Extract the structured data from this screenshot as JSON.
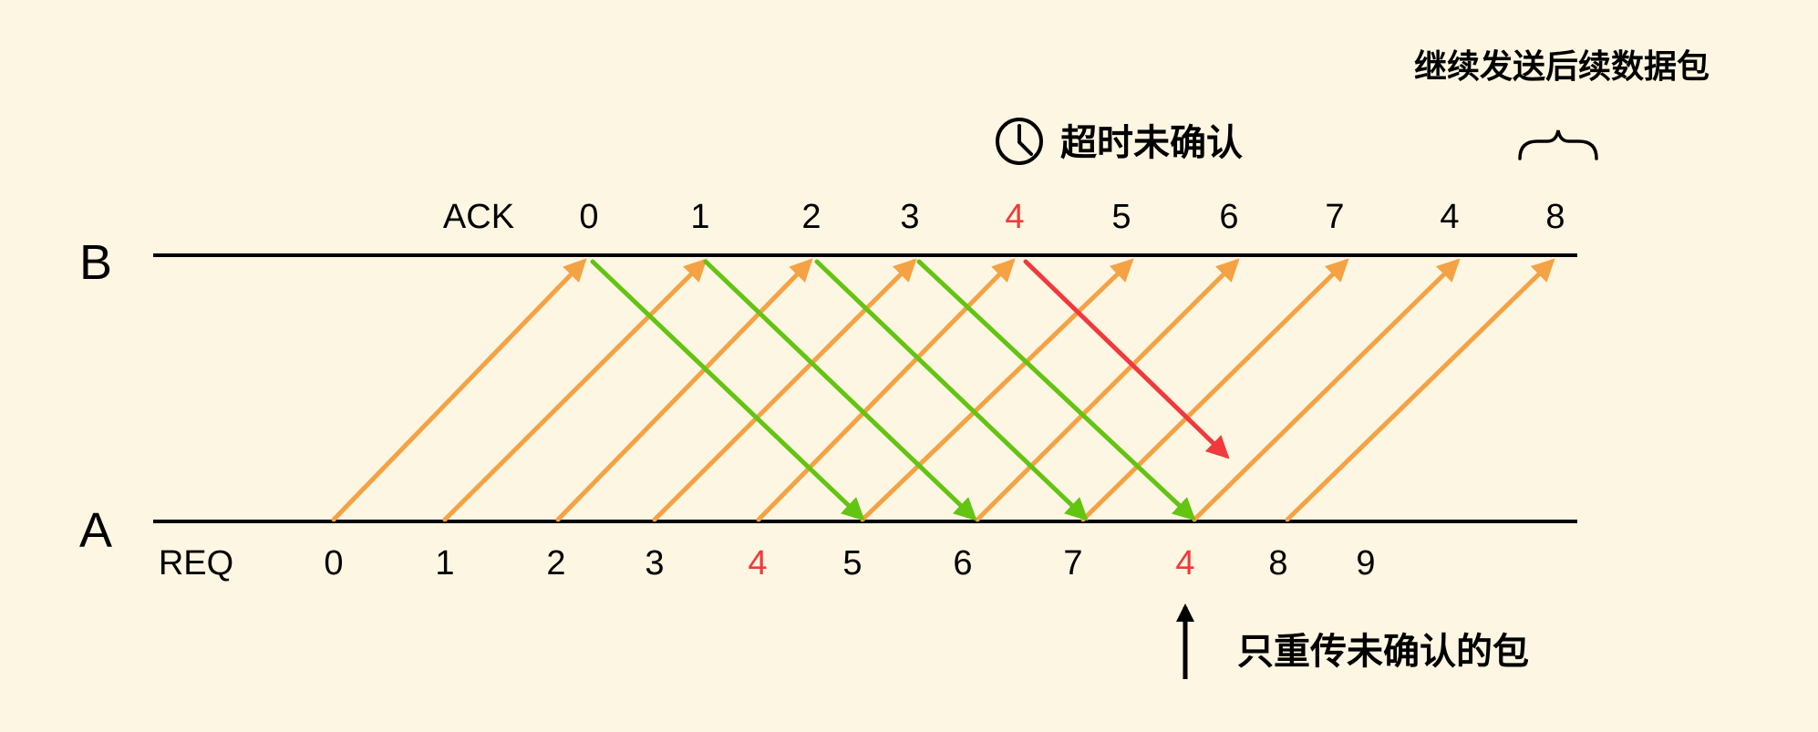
{
  "nodes": {
    "b": "B",
    "a": "A"
  },
  "rows": {
    "ack_label": "ACK",
    "req_label": "REQ"
  },
  "ack_numbers": [
    "0",
    "1",
    "2",
    "3",
    "4",
    "5",
    "6",
    "7",
    "4",
    "8"
  ],
  "ack_highlight": [
    4
  ],
  "req_numbers": [
    "0",
    "1",
    "2",
    "3",
    "4",
    "5",
    "6",
    "7",
    "4",
    "8",
    "9"
  ],
  "req_highlight": [
    4,
    8
  ],
  "annotations": {
    "continue_send": "继续发送后续数据包",
    "timeout": "超时未确认",
    "retransmit": "只重传未确认的包"
  },
  "icons": {
    "timeout_icon": "clock-icon",
    "retransmit_icon": "up-arrow-icon",
    "continue_icon": "curly-brace-icon"
  },
  "colors": {
    "background": "#fdf6e2",
    "send": "#f4a244",
    "ack": "#63c412",
    "lost": "#f0393d",
    "highlight_text": "#ee3a3a",
    "line": "#000000"
  },
  "arrows": {
    "send": [
      {
        "req": 0,
        "ack": 0
      },
      {
        "req": 1,
        "ack": 1
      },
      {
        "req": 2,
        "ack": 2
      },
      {
        "req": 3,
        "ack": 3
      },
      {
        "req": 4,
        "ack": 4
      },
      {
        "req": 5,
        "ack": 5
      },
      {
        "req": 6,
        "ack": 6
      },
      {
        "req": 7,
        "ack": 7
      },
      {
        "req": 8,
        "ack": 8
      },
      {
        "req": 9,
        "ack": 9
      }
    ],
    "ack": [
      {
        "ack": 0,
        "req": 5
      },
      {
        "ack": 1,
        "req": 6
      },
      {
        "ack": 2,
        "req": 7
      },
      {
        "ack": 3,
        "req": 8
      }
    ],
    "lost": [
      {
        "ack": 4
      }
    ]
  }
}
